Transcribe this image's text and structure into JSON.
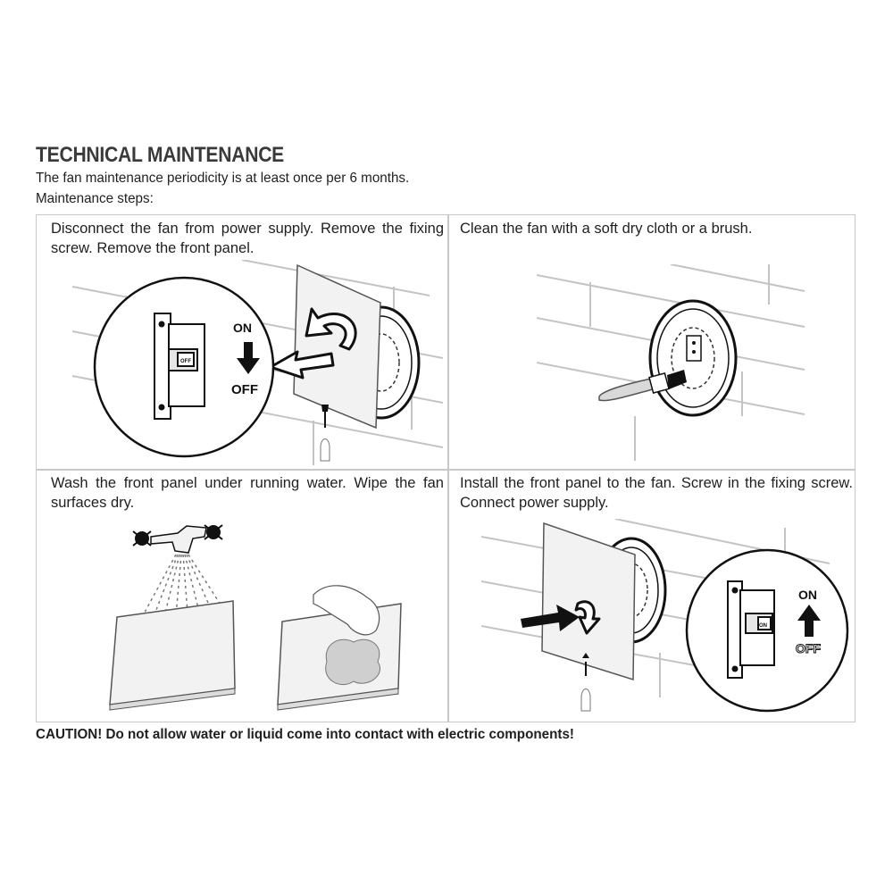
{
  "heading": "TECHNICAL MAINTENANCE",
  "intro": {
    "line1": "The fan maintenance periodicity is at least once per 6 months.",
    "line2": "Maintenance steps:"
  },
  "steps": [
    {
      "text": "Disconnect the fan from power supply. Remove the fixing screw. Remove the front panel."
    },
    {
      "text": "Clean the fan with a soft dry cloth or a brush."
    },
    {
      "text": "Wash the front panel under running water. Wipe the fan surfaces dry."
    },
    {
      "text": "Install the front panel to the fan. Screw in the fixing screw. Connect power supply."
    }
  ],
  "switch_labels": {
    "on": "ON",
    "off": "OFF"
  },
  "caution": "CAUTION! Do not allow water or liquid come into contact with electric components!",
  "colors": {
    "text": "#1f1f1f",
    "heading": "#3a3a3a",
    "border": "#c8c8c8",
    "bricks": "#c4c4c4",
    "panel": "#f2f2f2"
  }
}
